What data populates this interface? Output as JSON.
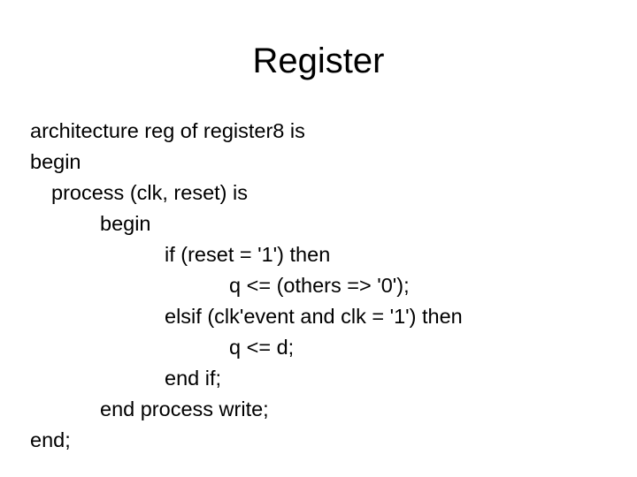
{
  "slide": {
    "title": "Register",
    "background_color": "#ffffff",
    "text_color": "#000000"
  },
  "code": {
    "language": "VHDL",
    "lines": [
      {
        "text": "architecture reg of register8 is",
        "indent": 0
      },
      {
        "text": "begin",
        "indent": 0
      },
      {
        "text": "process (clk, reset) is",
        "indent": 1
      },
      {
        "text": "begin",
        "indent": 2
      },
      {
        "text": "if (reset = '1') then",
        "indent": 3
      },
      {
        "text": "q <= (others => '0');",
        "indent": 4
      },
      {
        "text": "elsif (clk'event and clk = '1') then",
        "indent": 3
      },
      {
        "text": "q <= d;",
        "indent": 4
      },
      {
        "text": "end if;",
        "indent": 3
      },
      {
        "text": "end process write;",
        "indent": 2
      },
      {
        "text": "end;",
        "indent": 0
      }
    ]
  }
}
